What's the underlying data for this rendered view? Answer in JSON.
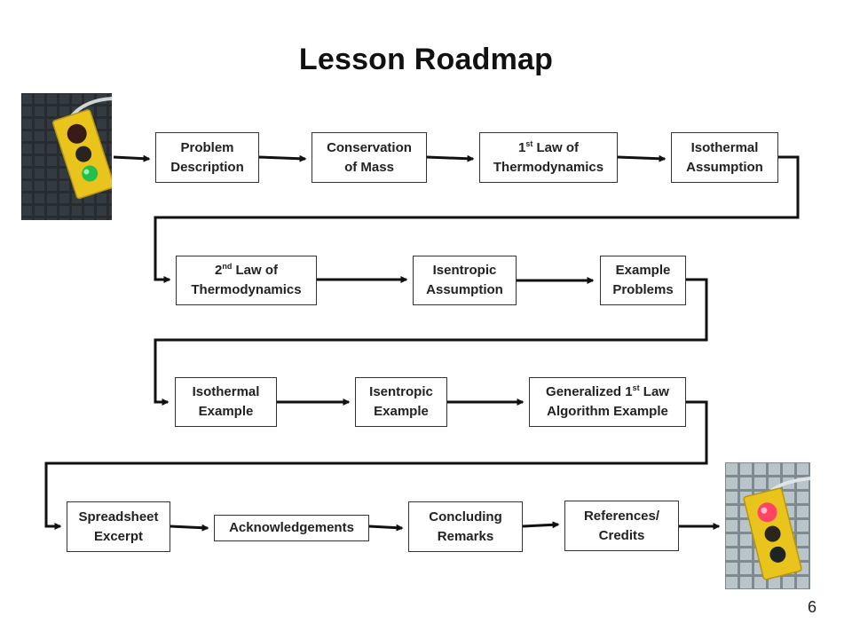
{
  "title": "Lesson Roadmap",
  "page_number": "6",
  "steps": [
    {
      "id": "problem-description",
      "line1": "Problem",
      "line2": "Description"
    },
    {
      "id": "conservation-of-mass",
      "line1": "Conservation",
      "line2": "of Mass"
    },
    {
      "id": "first-law",
      "l1_pre": "1",
      "l1_sup": "st",
      "l1_post": " Law of",
      "line2": "Thermodynamics"
    },
    {
      "id": "isothermal-assumption",
      "line1": "Isothermal",
      "line2": "Assumption"
    },
    {
      "id": "second-law",
      "l1_pre": "2",
      "l1_sup": "nd",
      "l1_post": " Law of",
      "line2": "Thermodynamics"
    },
    {
      "id": "isentropic-assumption",
      "line1": "Isentropic",
      "line2": "Assumption"
    },
    {
      "id": "example-problems",
      "line1": "Example",
      "line2": "Problems"
    },
    {
      "id": "isothermal-example",
      "line1": "Isothermal",
      "line2": "Example"
    },
    {
      "id": "isentropic-example",
      "line1": "Isentropic",
      "line2": "Example"
    },
    {
      "id": "generalized-first-law",
      "l1_pre": "Generalized 1",
      "l1_sup": "st",
      "l1_post": " Law",
      "line2": "Algorithm Example"
    },
    {
      "id": "spreadsheet-excerpt",
      "line1": "Spreadsheet",
      "line2": "Excerpt"
    },
    {
      "id": "acknowledgements",
      "line1": "Acknowledgements"
    },
    {
      "id": "concluding-remarks",
      "line1": "Concluding",
      "line2": "Remarks"
    },
    {
      "id": "references-credits",
      "line1": "References/",
      "line2": "Credits"
    }
  ],
  "start_signal": {
    "icon": "traffic-light-green-icon",
    "active_light": "#22c04a"
  },
  "end_signal": {
    "icon": "traffic-light-red-icon",
    "active_light": "#ff4466"
  },
  "colors": {
    "housing": "#e8c41c",
    "arrow": "#111111",
    "box_border": "#333333"
  }
}
